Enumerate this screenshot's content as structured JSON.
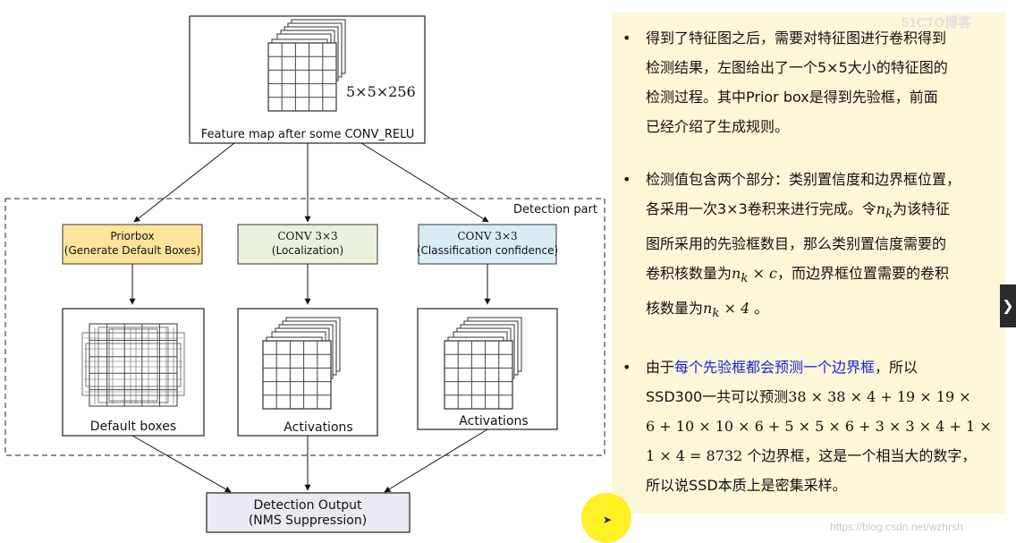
{
  "diagram": {
    "feature_map_dims": "5×5×256",
    "feature_map_label": "Feature map after some CONV_RELU",
    "detection_part_label": "Detection part",
    "priorbox": {
      "line1": "Priorbox",
      "line2": "(Generate Default Boxes)"
    },
    "conv_loc": {
      "line1": "CONV 3×3",
      "line2": "(Localization)"
    },
    "conv_cls": {
      "line1": "CONV 3×3",
      "line2": "(Classification confidence)"
    },
    "default_boxes_label": "Default boxes",
    "activations_label_1": "Activations",
    "activations_label_2": "Activations",
    "output": {
      "line1": "Detection Output",
      "line2": "(NMS Suppression)"
    },
    "colors": {
      "priorbox": "#fde49a",
      "conv_loc": "#e9f0dc",
      "conv_cls": "#d8ecf5",
      "output": "#ebe9f1"
    }
  },
  "notes": {
    "b1": {
      "line1": "得到了特征图之后，需要对特征图进行卷积得到",
      "line2": "检测结果，左图给出了一个5×5大小的特征图的",
      "line3": "检测过程。其中Prior box是得到先验框，前面",
      "line4": "已经介绍了生成规则。"
    },
    "b2": {
      "line1": "检测值包含两个部分：类别置信度和边界框位置，",
      "line2_a": "各采用一次3×3卷积来进行完成。令",
      "line2_math": "n",
      "line2_sub": "k",
      "line2_b": "为该特征",
      "line3": "图所采用的先验框数目，那么类别置信度需要的",
      "line4_a": "卷积核数量为",
      "line4_math": "n",
      "line4_sub": "k",
      "line4_math2": " × c",
      "line4_b": "，而边界框位置需要的卷积",
      "line5_a": "核数量为",
      "line5_math": "n",
      "line5_sub": "k",
      "line5_math2": " × 4",
      "line5_b": " 。"
    },
    "b3": {
      "line1_a": "由于",
      "line1_link": "每个先验框都会预测一个边界框",
      "line1_b": "，所以",
      "line2_a": "SSD300一共可以预测",
      "line2_math": "38 × 38 × 4 + 19 × 19 ×",
      "line3_math": "6 + 10 × 10 × 6 + 5 × 5 × 6 + 3 × 3 × 4 + 1 ×",
      "line4_math": "1 × 4 = 8732",
      "line4_b": " 个边界框，这是一个相当大的数字，",
      "line5": "所以说SSD本质上是密集采样。"
    }
  },
  "watermark": "https://blog.csdn.net/wzhrsh",
  "corner_logo": "51CTO博客",
  "nav_arrow": "❯"
}
